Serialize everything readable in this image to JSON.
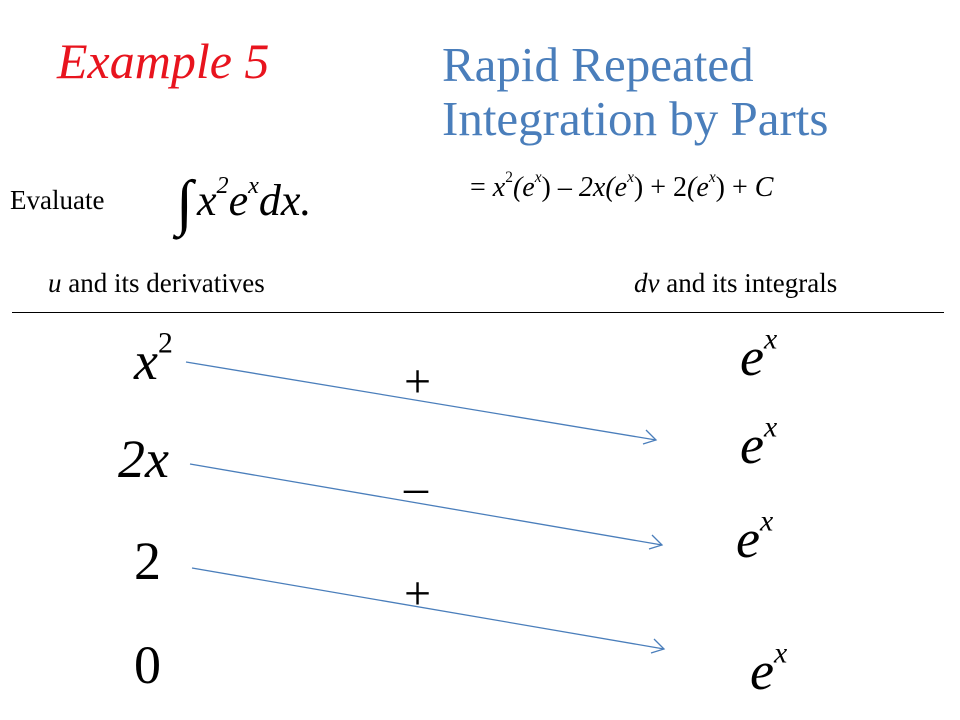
{
  "title": {
    "example": "Example 5",
    "main": "Rapid Repeated Integration by Parts"
  },
  "problem": {
    "label": "Evaluate",
    "integral_sign": "∫",
    "integrand_base": "x",
    "integrand_exp1": "2",
    "integrand_e": "e",
    "integrand_exp2": "x",
    "integrand_tail": "dx."
  },
  "result": {
    "eq": "= ",
    "t1_coef": "x",
    "t1_exp": "2",
    "t1_paren": "(e",
    "t1_pexp": "x",
    "t1_close": ")",
    "op2": " – ",
    "t2_coef": "2x",
    "t2_paren": "(e",
    "t2_pexp": "x",
    "t2_close": ")",
    "op3": " + ",
    "t3_coef": "2",
    "t3_paren": "(e",
    "t3_pexp": "x",
    "t3_close": ")",
    "op4": " + ",
    "constant": "C"
  },
  "headers": {
    "u_var": "u",
    "u_text": " and its derivatives",
    "dv_var": "dv",
    "dv_text": " and its integrals"
  },
  "u_column": [
    {
      "base": "x",
      "exp": "2"
    },
    {
      "base": "2x",
      "exp": ""
    },
    {
      "base": "2",
      "exp": ""
    },
    {
      "base": "0",
      "exp": ""
    }
  ],
  "dv_column": [
    {
      "base": "e",
      "exp": "x"
    },
    {
      "base": "e",
      "exp": "x"
    },
    {
      "base": "e",
      "exp": "x"
    },
    {
      "base": "e",
      "exp": "x"
    }
  ],
  "signs": [
    "+",
    "–",
    "+"
  ],
  "colors": {
    "example_title": "#e8141e",
    "main_title": "#4a7ebb",
    "arrows": "#4a7ebb"
  }
}
